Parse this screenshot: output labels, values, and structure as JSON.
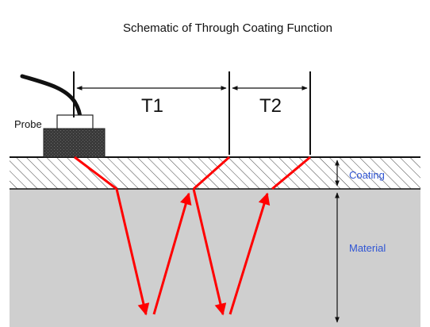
{
  "title": "Schematic of Through Coating Function",
  "labels": {
    "probe": "Probe",
    "t1": "T1",
    "t2": "T2",
    "coating": "Coating",
    "material": "Material"
  },
  "colors": {
    "beam": "#ff0000",
    "material": "#cfcfcf",
    "coating_hatch": "#444444",
    "probe_body": "#3a3a3a",
    "label_accent": "#2f55d4",
    "ink": "#111111"
  }
}
